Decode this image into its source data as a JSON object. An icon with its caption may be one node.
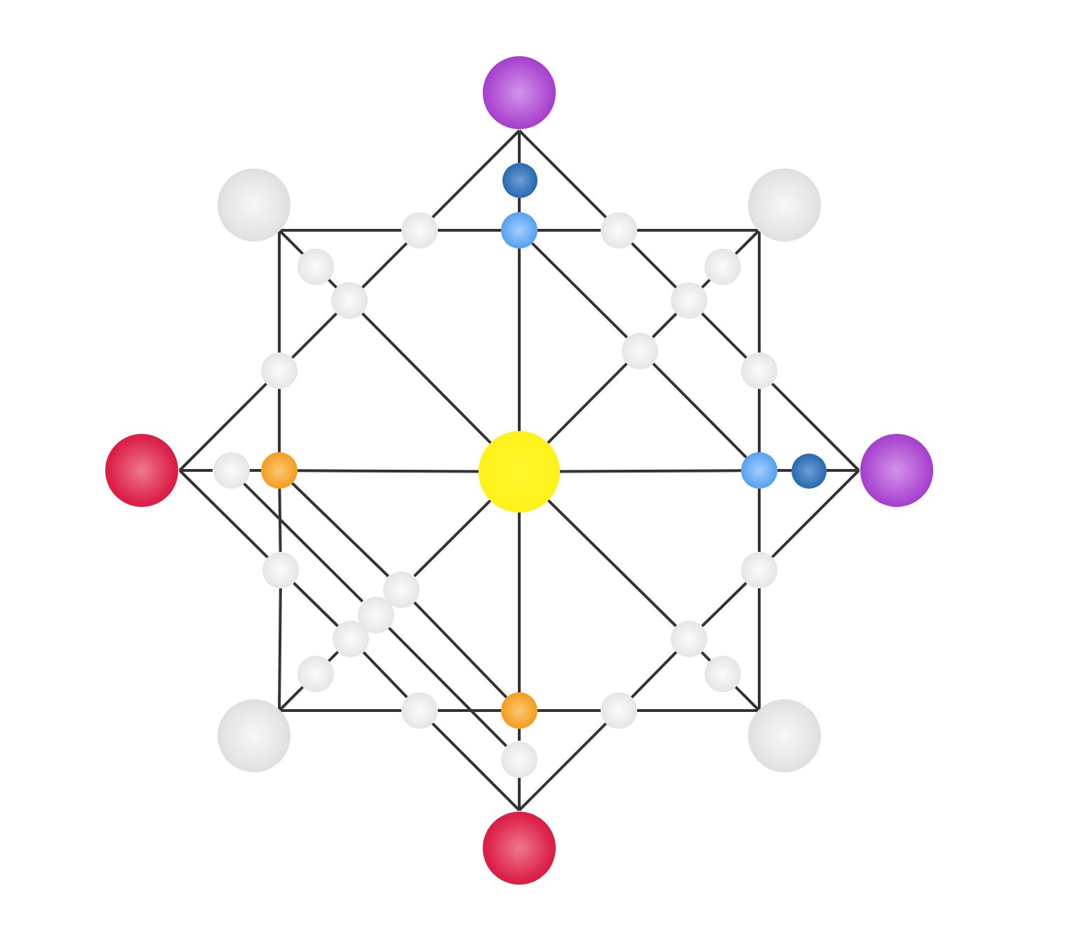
{
  "diagram": {
    "nodes": [
      {
        "text": [],
        "shape": "circle"
      },
      {
        "text": [],
        "shape": "circle"
      },
      {
        "text": [],
        "shape": "circle"
      },
      {
        "text": [],
        "shape": "circle"
      },
      {
        "text": [],
        "shape": "circle"
      },
      {
        "text": [],
        "shape": "circle"
      },
      {
        "text": [],
        "shape": "circle"
      },
      {
        "text": [],
        "shape": "circle"
      },
      {
        "text": [],
        "shape": "circle"
      },
      {
        "text": [],
        "shape": "circle"
      },
      {
        "text": [],
        "shape": "circle"
      },
      {
        "text": [],
        "shape": "circle"
      },
      {
        "text": [],
        "shape": "circle"
      },
      {
        "text": [],
        "shape": "circle"
      },
      {
        "text": [],
        "shape": "circle"
      },
      {
        "text": [],
        "shape": "circle"
      },
      {
        "text": [],
        "shape": "circle"
      },
      {
        "text": [],
        "shape": "circle"
      },
      {
        "text": [],
        "shape": "circle"
      },
      {
        "text": [],
        "shape": "circle"
      },
      {
        "text": [],
        "shape": "circle"
      },
      {
        "text": [],
        "shape": "circle"
      },
      {
        "text": [],
        "shape": "circle"
      },
      {
        "text": [],
        "shape": "circle"
      },
      {
        "text": [],
        "shape": "circle"
      },
      {
        "text": [],
        "shape": "circle"
      },
      {
        "text": [],
        "shape": "circle"
      },
      {
        "text": [],
        "shape": "circle"
      },
      {
        "text": [],
        "shape": "circle"
      },
      {
        "text": [],
        "shape": "circle"
      },
      {
        "text": [],
        "shape": "circle"
      },
      {
        "text": [],
        "shape": "circle"
      },
      {
        "text": [],
        "shape": "circle"
      },
      {
        "text": [],
        "shape": "circle"
      },
      {
        "text": [],
        "shape": "circle"
      },
      {
        "text": [],
        "shape": "circle"
      }
    ],
    "edges": [
      {
        "from": 0,
        "to": 1,
        "arrow": "none"
      },
      {
        "from": 1,
        "to": 5,
        "arrow": "none"
      },
      {
        "from": 5,
        "to": 17,
        "arrow": "none"
      },
      {
        "from": 17,
        "to": 30,
        "arrow": "none"
      },
      {
        "from": 30,
        "to": 34,
        "arrow": "none"
      },
      {
        "from": 34,
        "to": 35,
        "arrow": "none"
      },
      {
        "from": 14,
        "to": 15,
        "arrow": "none"
      },
      {
        "from": 15,
        "to": 16,
        "arrow": "none"
      },
      {
        "from": 16,
        "to": 17,
        "arrow": "none"
      },
      {
        "from": 17,
        "to": 18,
        "arrow": "none"
      },
      {
        "from": 18,
        "to": 19,
        "arrow": "none"
      },
      {
        "from": 19,
        "to": 20,
        "arrow": "none"
      },
      {
        "from": 2,
        "to": 4,
        "arrow": "none"
      },
      {
        "from": 4,
        "to": 5,
        "arrow": "none"
      },
      {
        "from": 5,
        "to": 6,
        "arrow": "none"
      },
      {
        "from": 6,
        "to": 3,
        "arrow": "none"
      },
      {
        "from": 3,
        "to": 13,
        "arrow": "none"
      },
      {
        "from": 13,
        "to": 18,
        "arrow": "none"
      },
      {
        "from": 18,
        "to": 22,
        "arrow": "none"
      },
      {
        "from": 22,
        "to": 33,
        "arrow": "none"
      },
      {
        "from": 32,
        "to": 29,
        "arrow": "none"
      },
      {
        "from": 29,
        "to": 30,
        "arrow": "none"
      },
      {
        "from": 30,
        "to": 31,
        "arrow": "none"
      },
      {
        "from": 31,
        "to": 33,
        "arrow": "none"
      },
      {
        "from": 2,
        "to": 12,
        "arrow": "none"
      },
      {
        "from": 12,
        "to": 16,
        "arrow": "none"
      },
      {
        "from": 16,
        "to": 21,
        "arrow": "none"
      },
      {
        "from": 21,
        "to": 32,
        "arrow": "none"
      },
      {
        "from": 0,
        "to": 4,
        "arrow": "none"
      },
      {
        "from": 4,
        "to": 9,
        "arrow": "none"
      },
      {
        "from": 9,
        "to": 12,
        "arrow": "none"
      },
      {
        "from": 12,
        "to": 14,
        "arrow": "none"
      },
      {
        "from": 0,
        "to": 6,
        "arrow": "none"
      },
      {
        "from": 6,
        "to": 10,
        "arrow": "none"
      },
      {
        "from": 10,
        "to": 13,
        "arrow": "none"
      },
      {
        "from": 13,
        "to": 20,
        "arrow": "none"
      },
      {
        "from": 20,
        "to": 22,
        "arrow": "none"
      },
      {
        "from": 22,
        "to": 26,
        "arrow": "none"
      },
      {
        "from": 26,
        "to": 31,
        "arrow": "none"
      },
      {
        "from": 31,
        "to": 35,
        "arrow": "none"
      },
      {
        "from": 14,
        "to": 21,
        "arrow": "none"
      },
      {
        "from": 21,
        "to": 25,
        "arrow": "none"
      },
      {
        "from": 25,
        "to": 29,
        "arrow": "none"
      },
      {
        "from": 29,
        "to": 35,
        "arrow": "none"
      },
      {
        "from": 17,
        "to": 9,
        "arrow": "none"
      },
      {
        "from": 9,
        "to": 7,
        "arrow": "none"
      },
      {
        "from": 7,
        "to": 2,
        "arrow": "none"
      },
      {
        "from": 17,
        "to": 11,
        "arrow": "none"
      },
      {
        "from": 11,
        "to": 10,
        "arrow": "none"
      },
      {
        "from": 10,
        "to": 8,
        "arrow": "none"
      },
      {
        "from": 8,
        "to": 3,
        "arrow": "none"
      },
      {
        "from": 17,
        "to": 26,
        "arrow": "none"
      },
      {
        "from": 26,
        "to": 28,
        "arrow": "none"
      },
      {
        "from": 28,
        "to": 33,
        "arrow": "none"
      },
      {
        "from": 17,
        "to": 23,
        "arrow": "none"
      },
      {
        "from": 25,
        "to": 27,
        "arrow": "none"
      },
      {
        "from": 27,
        "to": 32,
        "arrow": "none"
      },
      {
        "from": 5,
        "to": 11,
        "arrow": "none"
      },
      {
        "from": 11,
        "to": 18,
        "arrow": "none"
      },
      {
        "from": 16,
        "to": 23,
        "arrow": "none"
      },
      {
        "from": 23,
        "to": 30,
        "arrow": "none"
      },
      {
        "from": 15,
        "to": 24,
        "arrow": "none"
      },
      {
        "from": 24,
        "to": 34,
        "arrow": "none"
      }
    ]
  }
}
